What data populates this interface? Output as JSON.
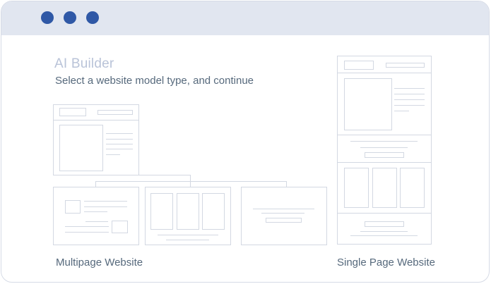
{
  "window": {
    "titlebar_dots": [
      {
        "name": "dot-1",
        "color": "#2f58a6"
      },
      {
        "name": "dot-2",
        "color": "#2f58a6"
      },
      {
        "name": "dot-3",
        "color": "#2f58a6"
      }
    ]
  },
  "header": {
    "title": "AI Builder",
    "subtitle": "Select a website model type, and continue"
  },
  "options": [
    {
      "id": "multipage",
      "label": "Multipage Website",
      "icon": "multipage-wireframe-icon"
    },
    {
      "id": "single",
      "label": "Single Page Website",
      "icon": "single-page-wireframe-icon"
    }
  ],
  "colors": {
    "accent": "#2f58a6",
    "titlebar": "#e1e6f0",
    "wireframe_stroke": "#d3d8e2",
    "title_text": "#b9c3d8",
    "body_text": "#56697c"
  }
}
